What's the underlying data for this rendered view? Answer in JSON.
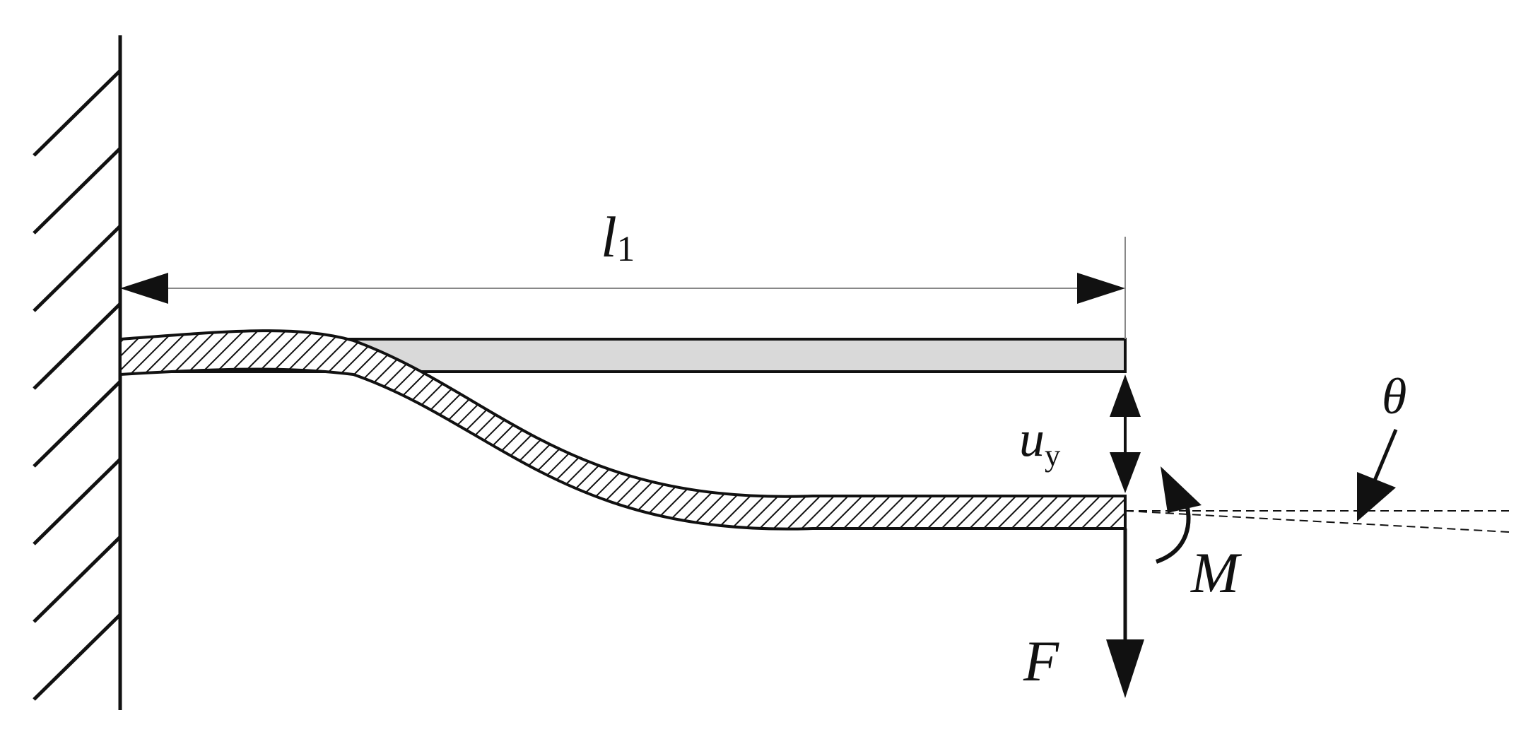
{
  "labels": {
    "length_main": "l",
    "length_sub": "1",
    "deflection_main": "u",
    "deflection_sub": "y",
    "angle": "θ",
    "moment": "M",
    "force": "F"
  },
  "colors": {
    "stroke": "#111111",
    "beam_fill": "#d9d9d9",
    "background": "#ffffff",
    "thin_line": "#888888"
  }
}
